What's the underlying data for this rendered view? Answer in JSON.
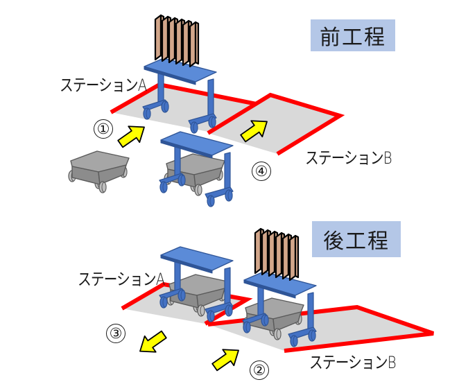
{
  "colors": {
    "floor": "#d9d9d9",
    "station_border": "#ff0000",
    "cart_blue": "#4472c4",
    "cart_blue_light": "#5b8bd8",
    "cart_blue_dark": "#2f5597",
    "agv_top": "#a6a6a6",
    "agv_side": "#8c8c8c",
    "agv_edge": "#5a5a5a",
    "wheel": "#bfbfbf",
    "part_fill": "#d2a68a",
    "part_edge": "#000000",
    "arrow_fill": "#ffff00",
    "arrow_edge": "#000000",
    "badge_bg": "#b4c7e7"
  },
  "top_panel": {
    "phase_label": "前工程",
    "station_a_label": "ステーションA",
    "station_b_label": "ステーションB",
    "steps": [
      {
        "number": "①",
        "arrow_direction": "up-right",
        "description": "AGV moves under cart at station A"
      },
      {
        "number": "④",
        "arrow_direction": "up-right",
        "description": "Empty cart moves to station B"
      }
    ]
  },
  "bottom_panel": {
    "phase_label": "後工程",
    "station_a_label": "ステーションA",
    "station_b_label": "ステーションB",
    "steps": [
      {
        "number": "②",
        "arrow_direction": "up-right",
        "description": "AGV enters station B"
      },
      {
        "number": "③",
        "arrow_direction": "down-left",
        "description": "AGV leaves station A"
      }
    ]
  }
}
